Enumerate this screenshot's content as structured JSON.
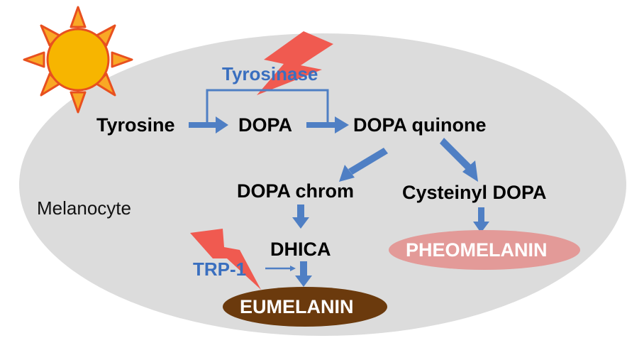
{
  "cell_label": "Melanocyte",
  "enzymes": {
    "tyrosinase": "Tyrosinase",
    "trp1": "TRP-1"
  },
  "compounds": {
    "tyrosine": "Tyrosine",
    "dopa": "DOPA",
    "dopa_quinone": "DOPA quinone",
    "dopa_chrom": "DOPA chrom",
    "cysteinyl_dopa": "Cysteinyl DOPA",
    "dhica": "DHICA"
  },
  "products": {
    "eumelanin": "EUMELANIN",
    "pheomelanin": "PHEOMELANIN"
  },
  "colors": {
    "cell_fill": "#dcdcdc",
    "arrow": "#4f7fc4",
    "enzyme_text": "#3a6fbf",
    "sun_core": "#f7b500",
    "sun_ray": "#f9a825",
    "sun_stroke": "#e8501f",
    "lightning": "#f05a50",
    "eumelanin_fill": "#6b3a0d",
    "pheomelanin_fill": "#e39a98"
  }
}
